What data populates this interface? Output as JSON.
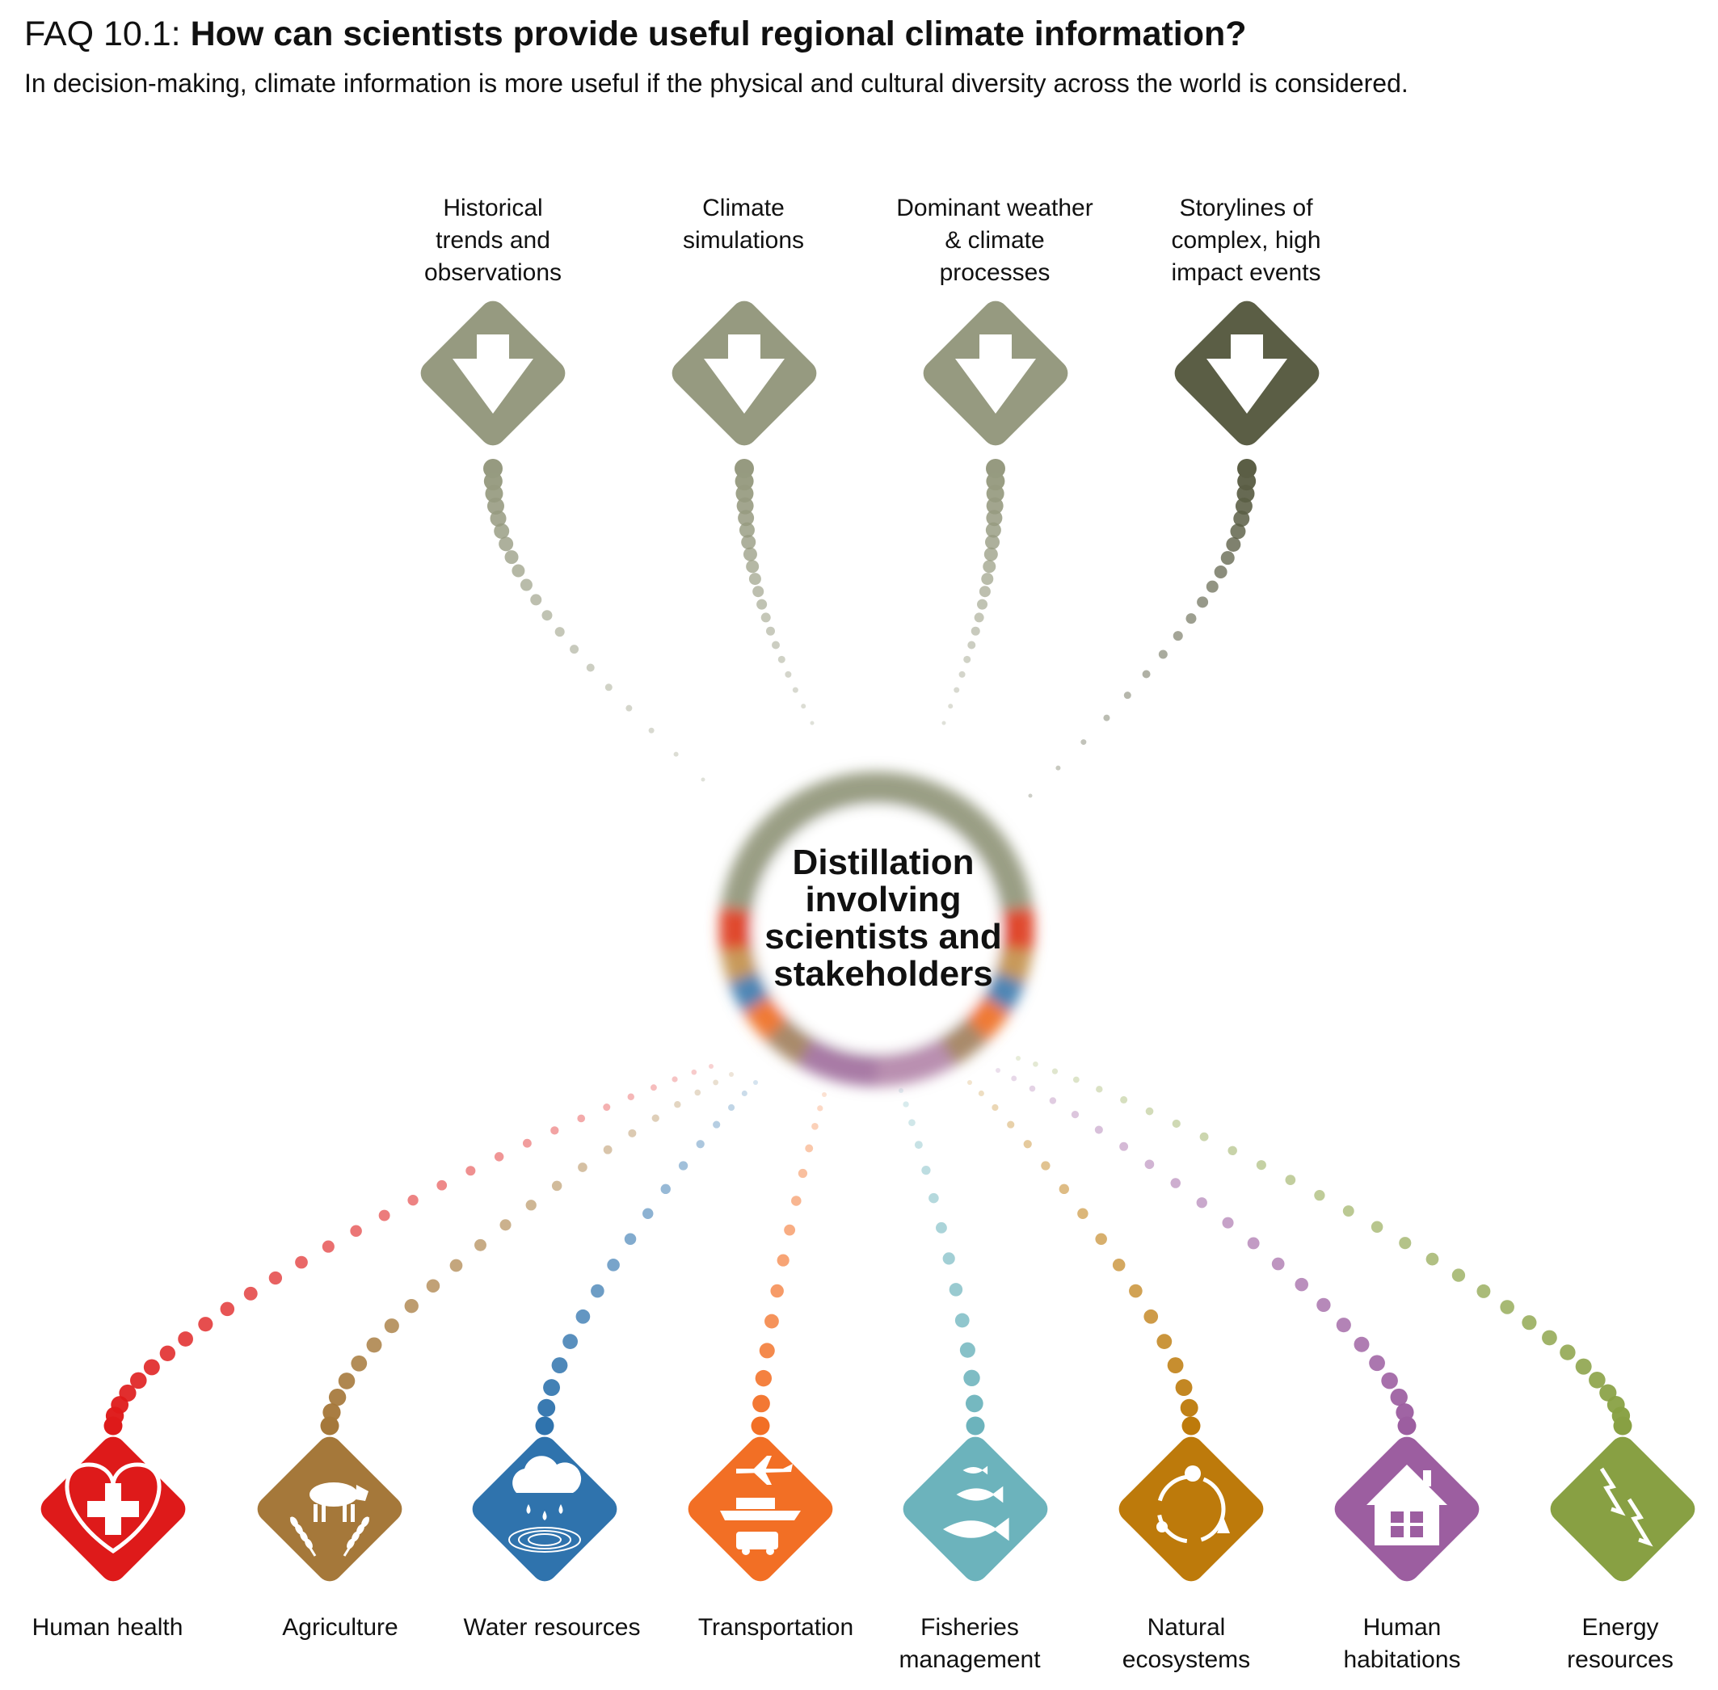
{
  "header": {
    "title_prefix": "FAQ 10.1: ",
    "title_question": "How can scientists provide useful regional climate information?",
    "subtitle": "In decision-making, climate information is more useful if the physical and cultural diversity across the world is considered."
  },
  "center": {
    "lines": [
      "Distillation",
      "involving",
      "scientists and",
      "stakeholders"
    ]
  },
  "sources": [
    {
      "lines": [
        "Historical",
        "trends and",
        "observations"
      ],
      "color": "#969a80",
      "icon": "down-arrow-icon"
    },
    {
      "lines": [
        "Climate",
        "simulations"
      ],
      "color": "#969a80",
      "icon": "down-arrow-icon"
    },
    {
      "lines": [
        "Dominant weather",
        "& climate",
        "processes"
      ],
      "color": "#969a80",
      "icon": "down-arrow-icon"
    },
    {
      "lines": [
        "Storylines of",
        "complex, high",
        "impact events"
      ],
      "color": "#5b5e45",
      "icon": "down-arrow-icon"
    }
  ],
  "sectors": [
    {
      "lines": [
        "Human health"
      ],
      "color": "#de1a1a",
      "icon": "heart-cross-icon"
    },
    {
      "lines": [
        "Agriculture"
      ],
      "color": "#a5783a",
      "icon": "cow-wheat-icon"
    },
    {
      "lines": [
        "Water resources"
      ],
      "color": "#2f73ad",
      "icon": "rain-cloud-icon"
    },
    {
      "lines": [
        "Transportation"
      ],
      "color": "#f26f25",
      "icon": "plane-ship-van-icon"
    },
    {
      "lines": [
        "Fisheries",
        "management"
      ],
      "color": "#6cb3bc",
      "icon": "fish-icon"
    },
    {
      "lines": [
        "Natural",
        "ecosystems"
      ],
      "color": "#bd7a0b",
      "icon": "ecosystem-cycle-icon"
    },
    {
      "lines": [
        "Human",
        "habitations"
      ],
      "color": "#9c5ea0",
      "icon": "house-icon"
    },
    {
      "lines": [
        "Energy",
        "resources"
      ],
      "color": "#88a043",
      "icon": "lightning-icon"
    }
  ]
}
